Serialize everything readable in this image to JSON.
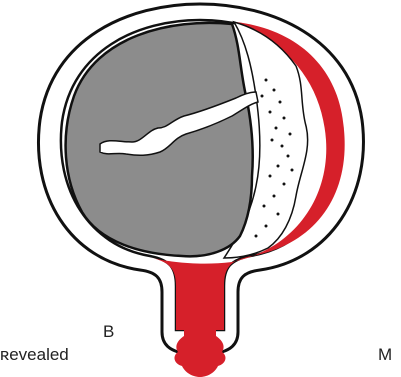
{
  "labels": {
    "letter": "B",
    "caption": "ʀevealed",
    "cut_off": "M"
  },
  "colors": {
    "blood": "#d6202a",
    "uterine_wall": "#ffffff",
    "wall_outline": "#111111",
    "placenta_fetus_gray": "#8c8c8c",
    "background": "#ffffff"
  },
  "icons": {
    "uterus": "uterus-outline",
    "fetus_sac": "amniotic-sac",
    "retroplacental_clot": "blood-clot",
    "umbilical_cord": "umbilical-cord",
    "vaginal_bleeding": "blood-drip"
  }
}
